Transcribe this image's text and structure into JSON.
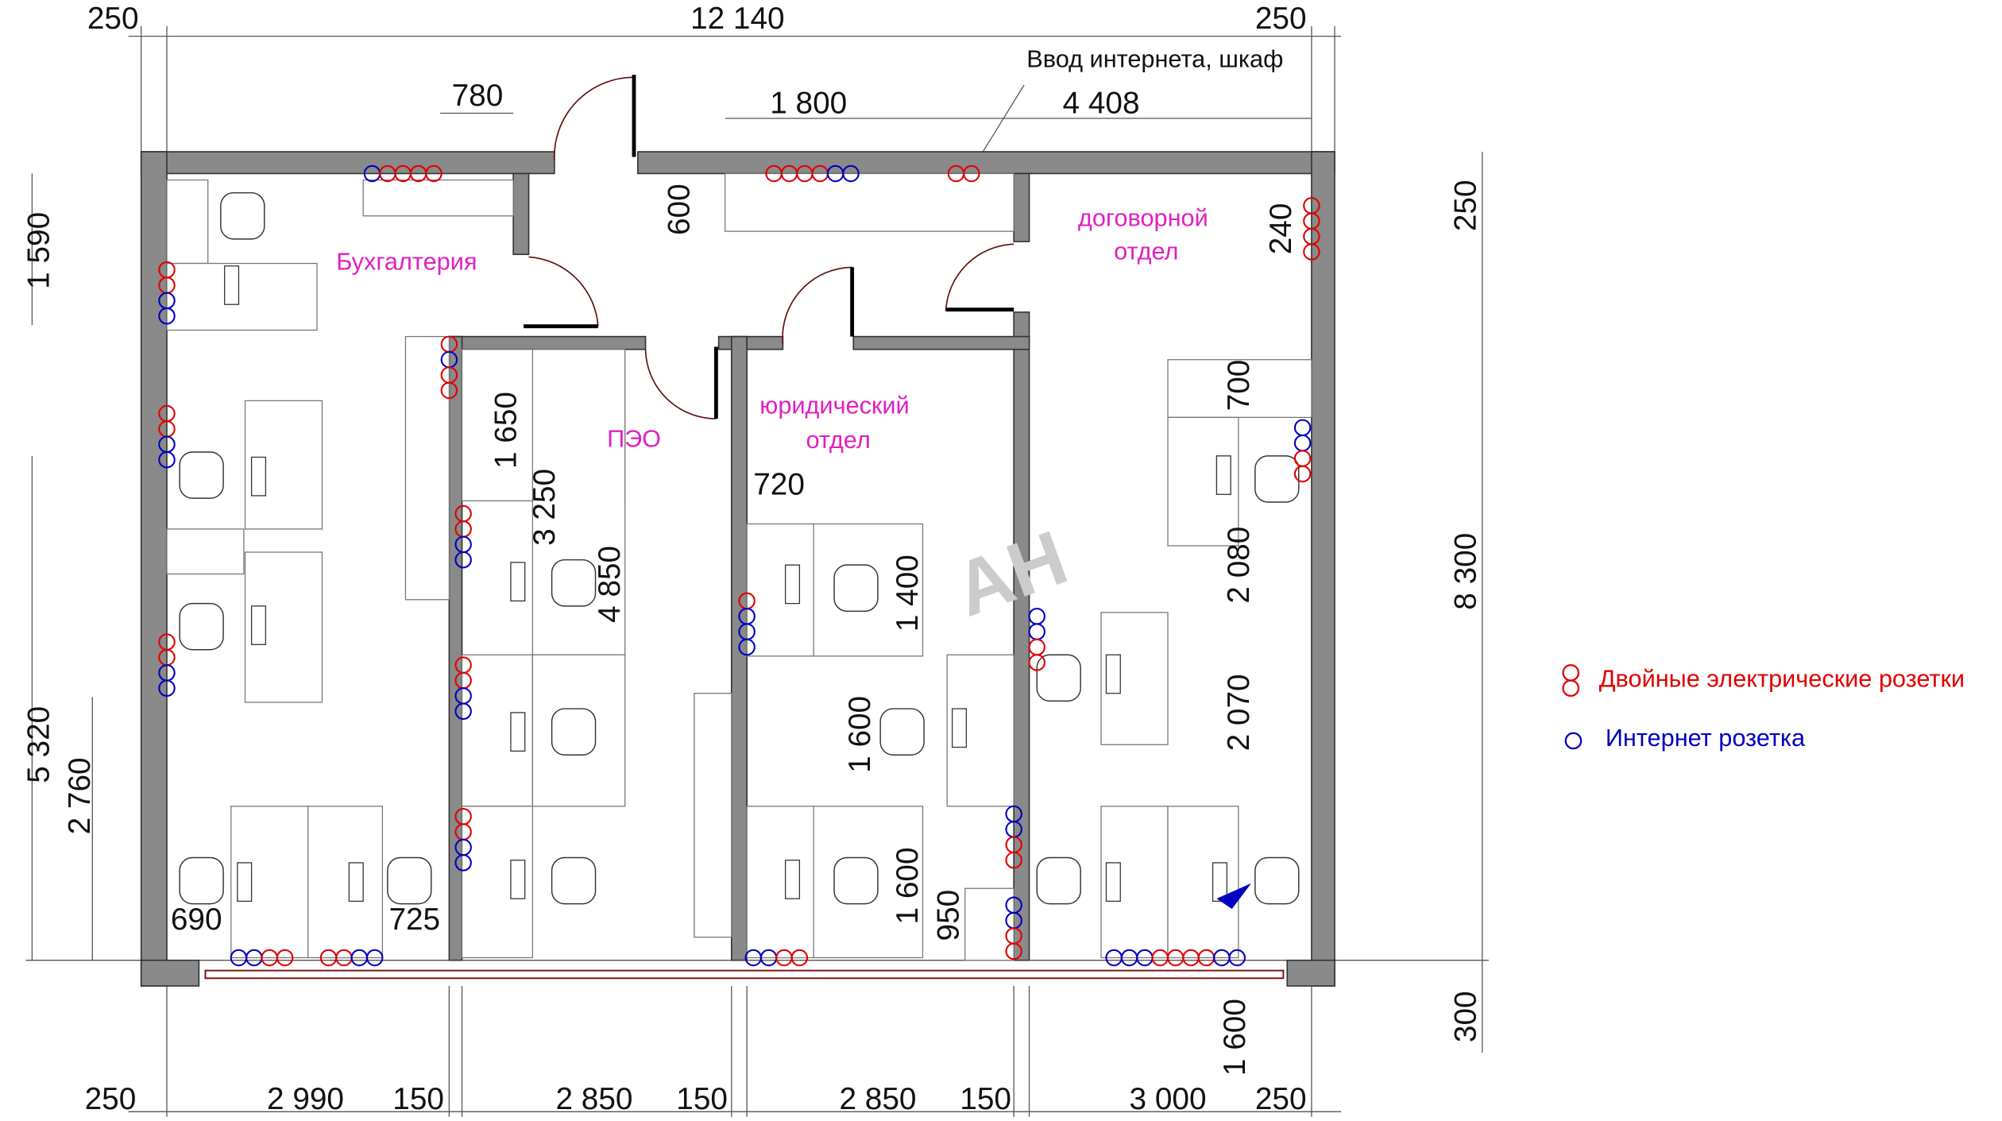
{
  "title_note": "Ввод интернета, шкаф",
  "rooms": [
    {
      "name": "Бухгалтерия"
    },
    {
      "name": "ПЭО"
    },
    {
      "name": "юридический",
      "name2": "отдел"
    },
    {
      "name": "договорной",
      "name2": "отдел"
    }
  ],
  "dimensions": [
    "250",
    "12 140",
    "250",
    "780",
    "1 800",
    "4 408",
    "1 590",
    "5 320",
    "2 760",
    "250",
    "8 300",
    "300",
    "250",
    "2 990",
    "150",
    "2 850",
    "150",
    "2 850",
    "150",
    "3 000",
    "250",
    "600",
    "240",
    "1 650",
    "3 250",
    "4 850",
    "720",
    "1 400",
    "1 600",
    "1 600",
    "950",
    "700",
    "2 080",
    "2 070",
    "1 600",
    "690",
    "725"
  ],
  "legend": {
    "power": {
      "label": "Двойные электрические розетки",
      "color": "#e00000"
    },
    "network": {
      "label": "Интернет розетка",
      "color": "#0000c0"
    }
  },
  "outlet_groups": [
    "brrrr",
    "rrrrbb",
    "rr",
    "rrrr",
    "rrbb",
    "rrbb",
    "rrbb",
    "bbrr",
    "rrbb",
    "rbrr",
    "rrbb",
    "rrbb",
    "rrbb",
    "rbbb",
    "bbrr",
    "bbrr",
    "bbrr",
    "bbrr",
    "bbrr",
    "bbbrrrrbb"
  ],
  "watermark": "АН"
}
